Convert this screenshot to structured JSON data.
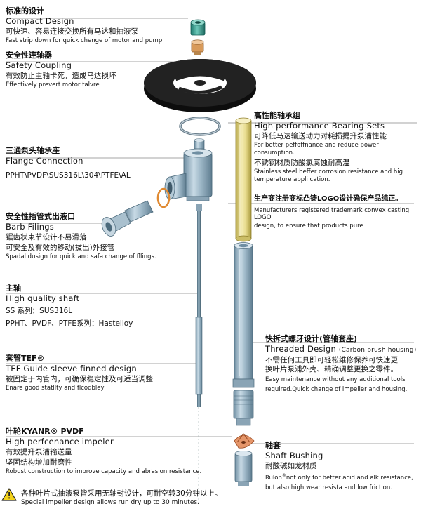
{
  "labels": {
    "compact": {
      "cn_title": "标准的设计",
      "en_title": "Compact Design",
      "cn_body": "可快速、容易连接交换所有马达和抽液泵",
      "en_body": "Fast strip down for quick chenge of motor and pump"
    },
    "coupling": {
      "cn_title": "安全性连轴器",
      "en_title": "Safety Coupling",
      "cn_body": "有效防止主轴卡死，造成马达损坏",
      "en_body": "Effectively prevert motor talvre"
    },
    "flange": {
      "cn_title": "三通泵头轴承座",
      "en_title": "Flange Connection",
      "spec": "PPHT\\PVDF\\SUS316L\\304\\PTFE\\AL"
    },
    "barb": {
      "cn_title": "安全性插管式出液口",
      "en_title": "Barb Filings",
      "cn_body1": "锯齿状束节设计不易滑落",
      "cn_body2": "可安全及有效的移动(拔出)外接管",
      "en_body": "Spadal dusign for quick and safa change of fllings."
    },
    "shaft": {
      "cn_title": "主轴",
      "en_title": "High quality shaft",
      "spec1": "SS 系列：SUS316L",
      "spec2": "PPHT、PVDF、PTFE系列：Hastelloy"
    },
    "sleeve": {
      "cn_title": "套管TEF®",
      "en_title": "TEF Guide sleeve finned design",
      "cn_body": "被固定于内管内，可确保稳定性及可适当调整",
      "en_body": "Enare good statllty and flcodbley"
    },
    "impeller": {
      "cn_title": "叶轮KYANR® PVDF",
      "en_title": "High perfcenance impeler",
      "cn_body1": "有效提升泵浦输送量",
      "cn_body2": "坚固结构增加耐磨性",
      "en_body": "Robust construction to improve capacity and abrasion resistance."
    },
    "bearing": {
      "cn_title": "高性能轴承组",
      "en_title": "High performance Bearing Sets",
      "cn_body1": "可降低马达输送动力对耗损提升泵浦性能",
      "en_body1": "For better peffoffnance and reduce power consumption.",
      "cn_body2": "不锈钢材质防酸氯腐蚀耐高温",
      "en_body2": "Stainless steel beffer corrosion resistance and hig",
      "en_body3": "temperature appli cation."
    },
    "logo": {
      "cn_title": "生产商注册商标凸铸LOGO设计确保产品纯正。",
      "en_body1": "Manufacturers registered trademark convex casting LOGO",
      "en_body2": "design, to ensure that products pure"
    },
    "threaded": {
      "cn_title": "快拆式螺牙设计(管轴套座)",
      "en_title": "Threaded Design",
      "en_title_note": "(Carbon brush housing)",
      "cn_body1": "不需任何工具即可轻松维修保养可快速更",
      "cn_body2": "换叶片泵浦外壳、精确调整更换之零件。",
      "en_body1": "Easy maintenance without any additional tools",
      "en_body2": "required.Quick change of impeller and housing."
    },
    "bushing": {
      "cn_title": "轴套",
      "en_title": "Shaft Bushing",
      "cn_body": "耐酸碱如龙材质",
      "en_body1": "Rulon",
      "en_sup": "®",
      "en_body1b": "not only for better acid and alk resistance,",
      "en_body2": "but also high wear resista and low friction."
    },
    "dryrun": {
      "cn_body": "各种叶片式抽液泵皆采用无轴封设计，可耐空转30分钟以上。",
      "en_body": "Special impeller design allows run dry up to 30 minutes."
    }
  },
  "colors": {
    "pipe_blue": "#9db7c7",
    "pipe_dark": "#5f7d90",
    "pipe_yellow": "#e7db8c",
    "pipe_yellow_dark": "#b9a94a",
    "coupling_teal": "#3aa596",
    "orange_ring": "#e08a32",
    "impeller_orange": "#d9703a",
    "housing_blue": "#b3c9d6"
  },
  "icons": {
    "warning": "warning-triangle-icon"
  }
}
